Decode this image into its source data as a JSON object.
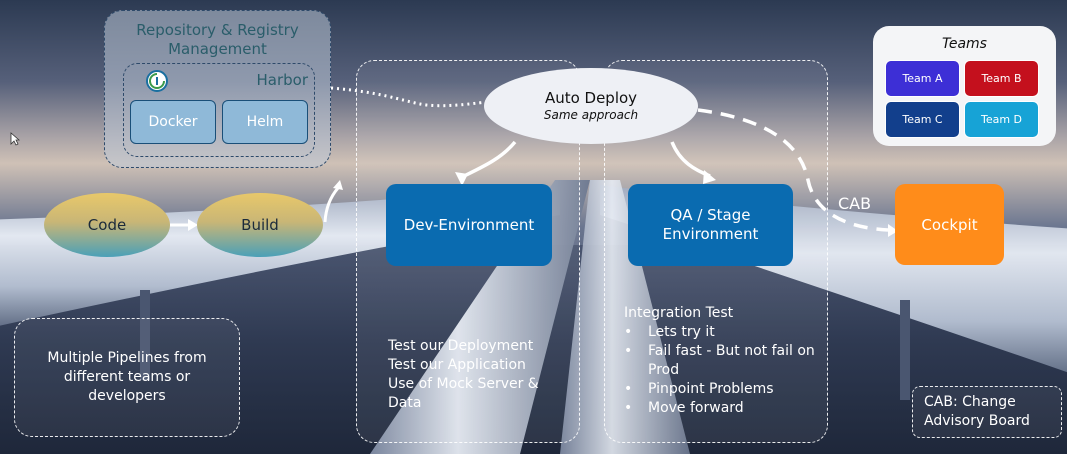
{
  "registry": {
    "title": "Repository & Registry Management",
    "harbor_label": "Harbor",
    "docker_label": "Docker",
    "helm_label": "Helm"
  },
  "pipeline": {
    "code_label": "Code",
    "build_label": "Build"
  },
  "auto_deploy": {
    "title": "Auto Deploy",
    "subtitle": "Same approach"
  },
  "dev_env": {
    "label": "Dev-Environment"
  },
  "qa_env": {
    "label_line1": "QA / Stage",
    "label_line2": "Environment"
  },
  "cockpit": {
    "label": "Cockpit",
    "cab_label": "CAB"
  },
  "teams": {
    "title": "Teams",
    "items": [
      {
        "label": "Team A",
        "color": "#3d2fd6"
      },
      {
        "label": "Team B",
        "color": "#c4101d"
      },
      {
        "label": "Team C",
        "color": "#123f8c"
      },
      {
        "label": "Team D",
        "color": "#17a3d6"
      }
    ]
  },
  "notes": {
    "multiple_pipelines": "Multiple Pipelines from different  teams or developers",
    "dev_tests": [
      "Test our Deployment",
      "Test our Application",
      "Use of Mock Server &",
      "Data"
    ],
    "integration_title": "Integration Test",
    "integration_items": [
      "Lets try it",
      "Fail fast - But not fail on Prod",
      "Pinpoint Problems",
      "Move forward"
    ],
    "cab_definition": "CAB: Change Advisory Board"
  },
  "colors": {
    "cockpit": "#ff8c1a",
    "env_box": "#0a6bb0",
    "registry_text": "#2a5d6a"
  }
}
